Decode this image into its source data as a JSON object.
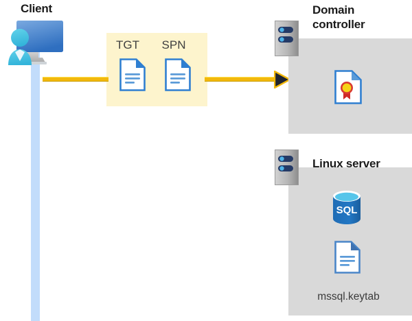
{
  "diagram": {
    "title_client": "Client",
    "title_domain_controller": "Domain\ncontroller",
    "title_linux_server": "Linux server",
    "token_tgt": "TGT",
    "token_spn": "SPN",
    "keytab_filename": "mssql.keytab",
    "sql_icon_text": "SQL",
    "icons": {
      "client": "user-with-monitor-icon",
      "tgt_doc": "document-icon",
      "spn_doc": "document-icon",
      "dc_server": "server-rack-icon",
      "certificate": "certificate-document-icon",
      "linux_server": "server-rack-icon",
      "sql_database": "sql-database-icon",
      "keytab_doc": "document-icon",
      "arrow": "arrow-right-icon"
    },
    "colors": {
      "highlight_box": "#fdf4cd",
      "panel_gray": "#d9d9d9",
      "lifeline_blue": "#c2dcfb",
      "connector_yellow": "#f2b80c",
      "arrow_head": "#1f2430",
      "doc_blue": "#2f7fd1",
      "doc_fold_blue": "#2f7fd1",
      "sql_blue": "#1f6cb5",
      "sql_top_cyan": "#56c5ea",
      "seal_yellow": "#f5d417",
      "seal_red": "#cf2a27",
      "server_gray_light": "#c8c8c8",
      "server_gray_dark": "#8e8e8e",
      "server_pill_navy": "#243a66",
      "server_dot_blue": "#4fb3e8",
      "monitor_blue_top": "#6b9fdc",
      "monitor_blue_bottom": "#2f6fc0",
      "person_cyan": "#45c3e0",
      "text_dark": "#1a1a1a",
      "text_gray": "#3b3b3b"
    }
  }
}
